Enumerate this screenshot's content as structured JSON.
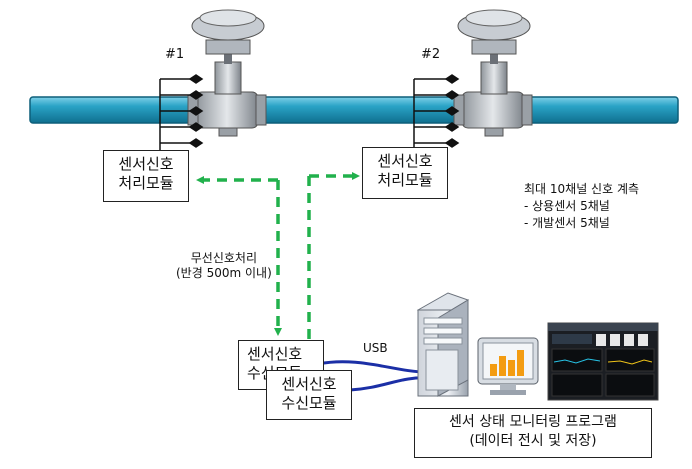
{
  "valves": [
    {
      "label": "#1"
    },
    {
      "label": "#2"
    }
  ],
  "modules": {
    "sensor_proc_1": [
      "센서신호",
      "처리모듈"
    ],
    "sensor_proc_2": [
      "센서신호",
      "처리모듈"
    ],
    "receiver_back": [
      "센서신호",
      "수신모듈"
    ],
    "receiver_front": [
      "센서신호",
      "수신모듈"
    ]
  },
  "wireless": {
    "line1": "무선신호처리",
    "line2": "(반경 500m 이내)"
  },
  "channel_info": {
    "line1": "최대 10채널 신호 계측",
    "line2": "- 상용센서 5채널",
    "line3": "- 개발센서 5채널"
  },
  "usb_label": "USB",
  "monitor_box": {
    "line1": "센서 상태 모니터링 프로그램",
    "line2": "(데이터 전시 및 저장)"
  },
  "colors": {
    "pipe": "#2aa3c6",
    "pipe_edge": "#0d5f7a",
    "dashed_arrow": "#21b14c",
    "usb_cable": "#1b2fa6",
    "valve_body": "#b9bec4"
  }
}
